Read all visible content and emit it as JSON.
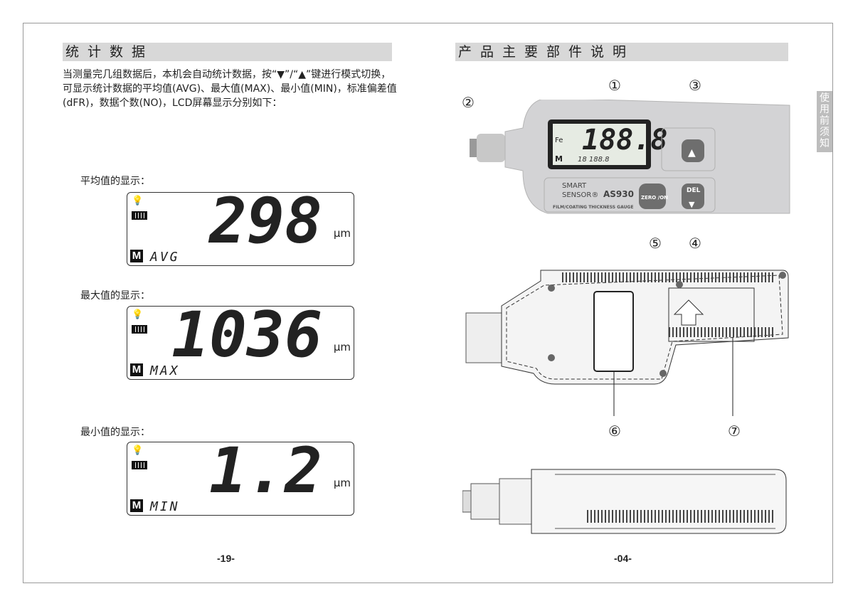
{
  "left_page": {
    "title": "统计数据",
    "paragraph": "当测量完几组数据后，本机会自动统计数据，按“▼”/“▲”键进行模式切换，可显示统计数据的平均值(AVG)、最大值(MAX)、最小值(MIN)，标准偏差值(dFR)，数据个数(NO)，LCD屏幕显示分别如下：",
    "displays": [
      {
        "label": "平均值的显示：",
        "value": "298",
        "unit": "μm",
        "mode": "AVG",
        "m": "M"
      },
      {
        "label": "最大值的显示：",
        "value": "1036",
        "unit": "μm",
        "mode": "MAX",
        "m": "M"
      },
      {
        "label": "最小值的显示：",
        "value": "1.2",
        "unit": "μm",
        "mode": "MIN",
        "m": "M"
      }
    ],
    "page_number": "-19-"
  },
  "right_page": {
    "title": "产品主要部件说明",
    "side_tab": "使用前须知",
    "callouts": [
      "①",
      "②",
      "③",
      "④",
      "⑤",
      "⑥",
      "⑦"
    ],
    "device": {
      "brand_line1": "SMART",
      "brand_line2": "SENSOR®",
      "model": "AS930",
      "subtitle": "FILM/COATING THICKNESS GAUGE",
      "zero_button": "ZERO /ON",
      "del_button": "DEL",
      "lcd_main": "188.8",
      "lcd_sub": "18  188.8",
      "fe": "Fe",
      "m": "M"
    },
    "page_number": "-04-"
  }
}
